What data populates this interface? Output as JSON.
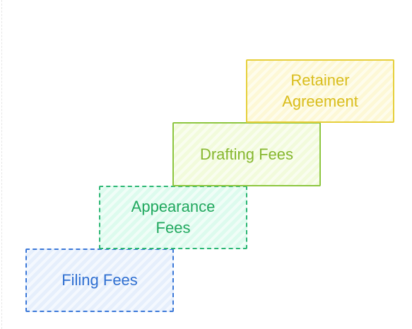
{
  "diagram": {
    "type": "staircase",
    "steps": [
      {
        "label": "Filing Fees",
        "color": "#3b78d8",
        "text_color": "#2f6fd1",
        "fill": "#e6effc"
      },
      {
        "label": "Appearance\nFees",
        "color": "#2bb673",
        "text_color": "#22a85f",
        "fill": "#ddfbee"
      },
      {
        "label": "Drafting Fees",
        "color": "#8cc63f",
        "text_color": "#86b72f",
        "fill": "#f2fbdc"
      },
      {
        "label": "Retainer\nAgreement",
        "color": "#e6cf3a",
        "text_color": "#d9bd1c",
        "fill": "#fdf8d6"
      }
    ]
  }
}
